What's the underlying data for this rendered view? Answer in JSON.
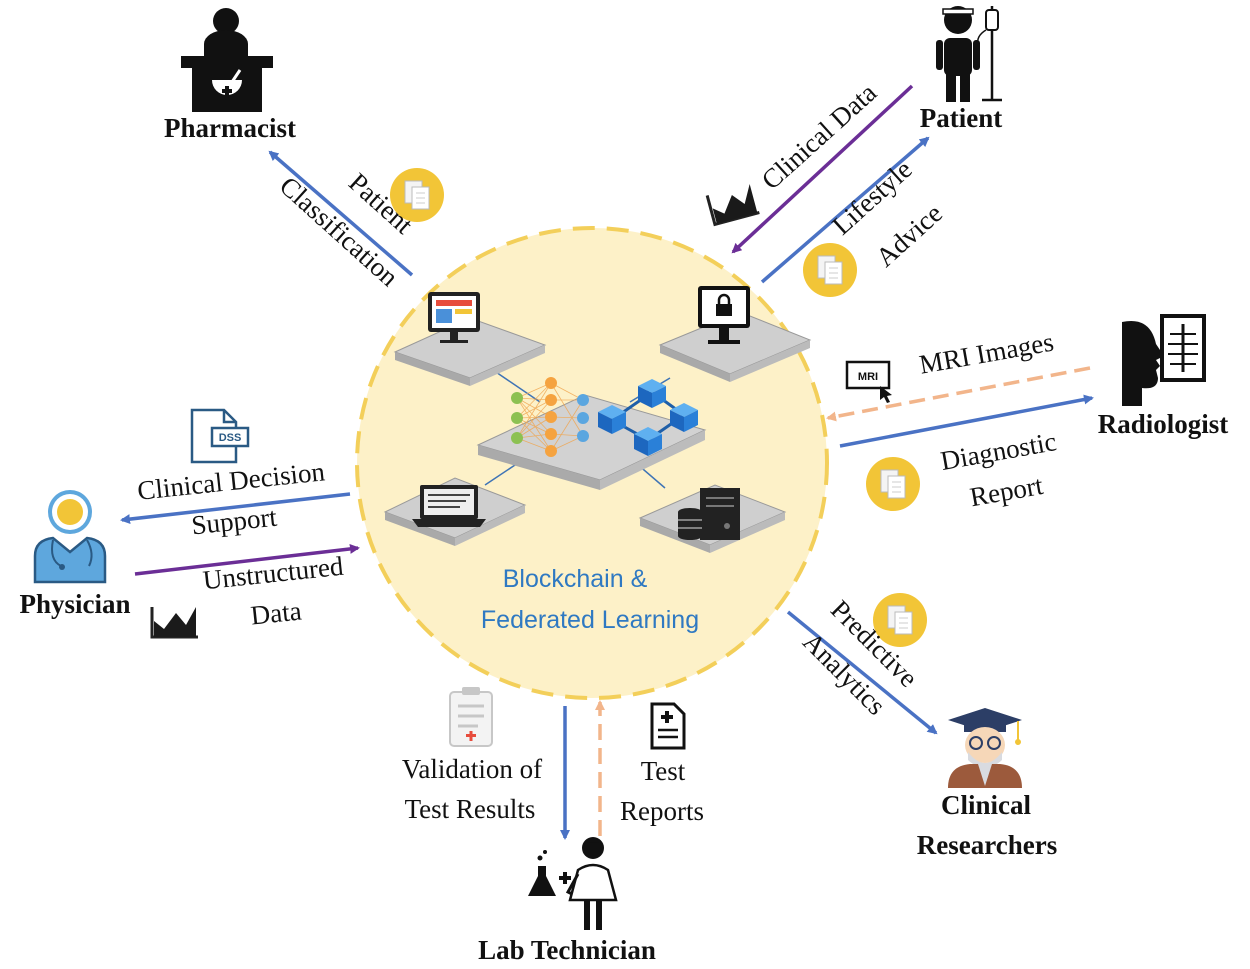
{
  "center": {
    "line1": "Blockchain &",
    "line2": "Federated Learning"
  },
  "roles": {
    "pharmacist": "Pharmacist",
    "patient": "Patient",
    "radiologist": "Radiologist",
    "physician": "Physician",
    "lab_technician": "Lab Technician",
    "clinical_researchers_1": "Clinical",
    "clinical_researchers_2": "Researchers"
  },
  "flows": {
    "patient_classification_1": "Patient",
    "patient_classification_2": "Classification",
    "clinical_data": "Clinical Data",
    "lifestyle_advice_1": "Lifestyle",
    "lifestyle_advice_2": "Advice",
    "mri_images": "MRI Images",
    "diagnostic_report_1": "Diagnostic",
    "diagnostic_report_2": "Report",
    "clinical_decision_support_1": "Clinical Decision",
    "clinical_decision_support_2": "Support",
    "unstructured_data_1": "Unstructured",
    "unstructured_data_2": "Data",
    "validation_1": "Validation of",
    "validation_2": "Test Results",
    "test_reports_1": "Test",
    "test_reports_2": "Reports",
    "predictive_analytics_1": "Predictive",
    "predictive_analytics_2": "Analytics"
  },
  "icon_labels": {
    "dss": "DSS",
    "mri": "MRI"
  },
  "colors": {
    "blue_arrow": "#4a72c4",
    "purple_arrow": "#6b2e96",
    "orange_dashed": "#f2b58b",
    "circle_fill": "#fdf1c8",
    "circle_border": "#f3cf5a",
    "doc_badge": "#f2c537",
    "center_text": "#2f79c2"
  }
}
